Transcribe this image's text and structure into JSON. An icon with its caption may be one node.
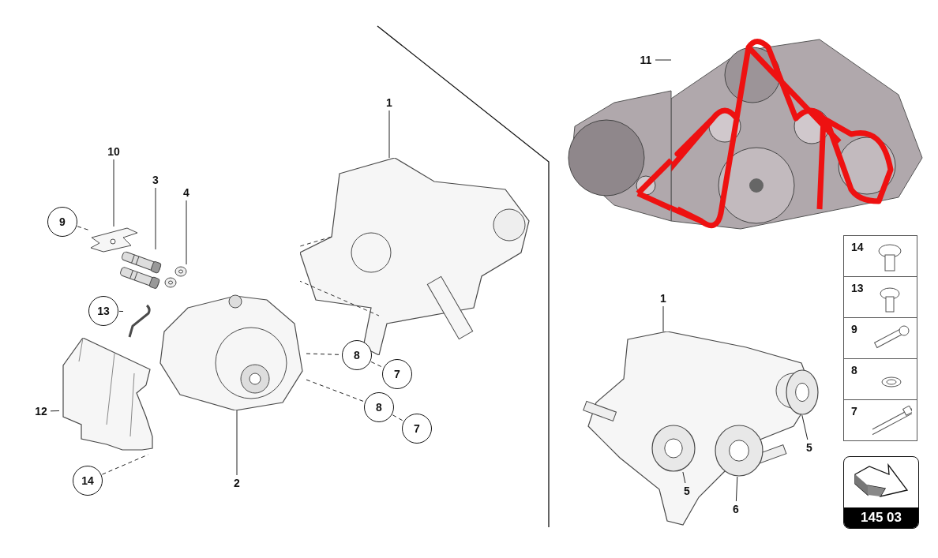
{
  "diagram": {
    "nodes": [
      {
        "text": [
          "1"
        ]
      },
      {
        "text": [],
        "shape": "picture"
      },
      {
        "text": [
          "10"
        ]
      },
      {
        "text": [],
        "shape": "picture"
      },
      {
        "text": [
          "3"
        ]
      },
      {
        "text": [],
        "shape": "picture"
      },
      {
        "text": [
          "4"
        ]
      },
      {
        "text": [],
        "shape": "picture"
      },
      {
        "text": [
          "9"
        ]
      },
      {
        "text": [
          "13"
        ]
      },
      {
        "text": [],
        "shape": "picture"
      },
      {
        "text": [
          "12"
        ]
      },
      {
        "text": [],
        "shape": "picture"
      },
      {
        "text": [
          "14"
        ]
      },
      {
        "text": [
          "2"
        ]
      },
      {
        "text": [],
        "shape": "picture"
      },
      {
        "text": [
          "8"
        ]
      },
      {
        "text": [
          "7"
        ]
      },
      {
        "text": [
          "8"
        ]
      },
      {
        "text": [
          "7"
        ]
      },
      {
        "text": [
          "11"
        ]
      },
      {
        "text": [],
        "shape": "picture"
      },
      {
        "text": [
          "1"
        ]
      },
      {
        "text": [],
        "shape": "picture"
      },
      {
        "text": [
          "5"
        ],
        "in": 23
      },
      {
        "text": [],
        "shape": "picture",
        "in": 23
      },
      {
        "text": [
          "5"
        ],
        "in": 23
      },
      {
        "text": [],
        "shape": "picture",
        "in": 23
      },
      {
        "text": [
          "6"
        ],
        "in": 23
      },
      {
        "text": [],
        "shape": "picture",
        "in": 23
      }
    ],
    "edges": [
      {
        "from": 0,
        "to": 1,
        "arrow": "none"
      },
      {
        "from": 2,
        "to": 3,
        "arrow": "none"
      },
      {
        "from": 4,
        "to": 5,
        "arrow": "none"
      },
      {
        "from": 6,
        "to": 7,
        "arrow": "none"
      },
      {
        "from": 8,
        "to": 3,
        "arrow": "none",
        "style": "dashed"
      },
      {
        "from": 9,
        "to": 10,
        "arrow": "none",
        "style": "dashed"
      },
      {
        "from": 11,
        "to": 12,
        "arrow": "none"
      },
      {
        "from": 13,
        "to": 12,
        "arrow": "none",
        "style": "dashed"
      },
      {
        "from": 14,
        "to": 15,
        "arrow": "none"
      },
      {
        "from": 15,
        "to": 16,
        "arrow": "none",
        "style": "dashed"
      },
      {
        "from": 16,
        "to": 17,
        "arrow": "none",
        "style": "dashed"
      },
      {
        "from": 15,
        "to": 18,
        "arrow": "none",
        "style": "dashed"
      },
      {
        "from": 18,
        "to": 19,
        "arrow": "none",
        "style": "dashed"
      },
      {
        "from": 20,
        "to": 21,
        "arrow": "none"
      },
      {
        "from": 22,
        "to": 23,
        "arrow": "none"
      },
      {
        "from": 24,
        "to": 25,
        "arrow": "none"
      },
      {
        "from": 26,
        "to": 27,
        "arrow": "none"
      },
      {
        "from": 28,
        "to": 29,
        "arrow": "none"
      }
    ],
    "labels": [
      "14",
      "13",
      "9",
      "8",
      "7",
      "145 03"
    ]
  }
}
